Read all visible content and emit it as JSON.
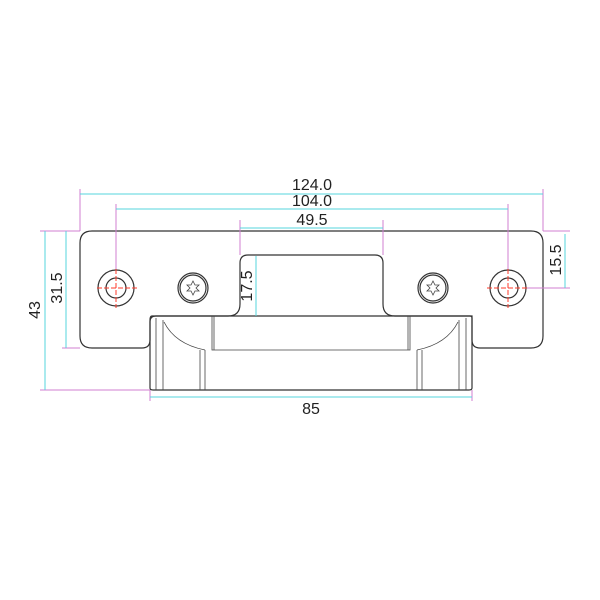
{
  "drawing": {
    "title": "Strike plate dimension drawing",
    "dimensions": {
      "overall_width": "124.0",
      "hole_spacing": "104.0",
      "cutout_width": "49.5",
      "overall_height": "43",
      "plate_height": "31.5",
      "cutout_depth": "17.5",
      "hole_offset": "15.5",
      "body_width": "85"
    },
    "colors": {
      "dimension_line": "#55d4dc",
      "extension_line": "#d07fd0",
      "center_line": "#ff3a2a",
      "outline": "#333333"
    }
  }
}
